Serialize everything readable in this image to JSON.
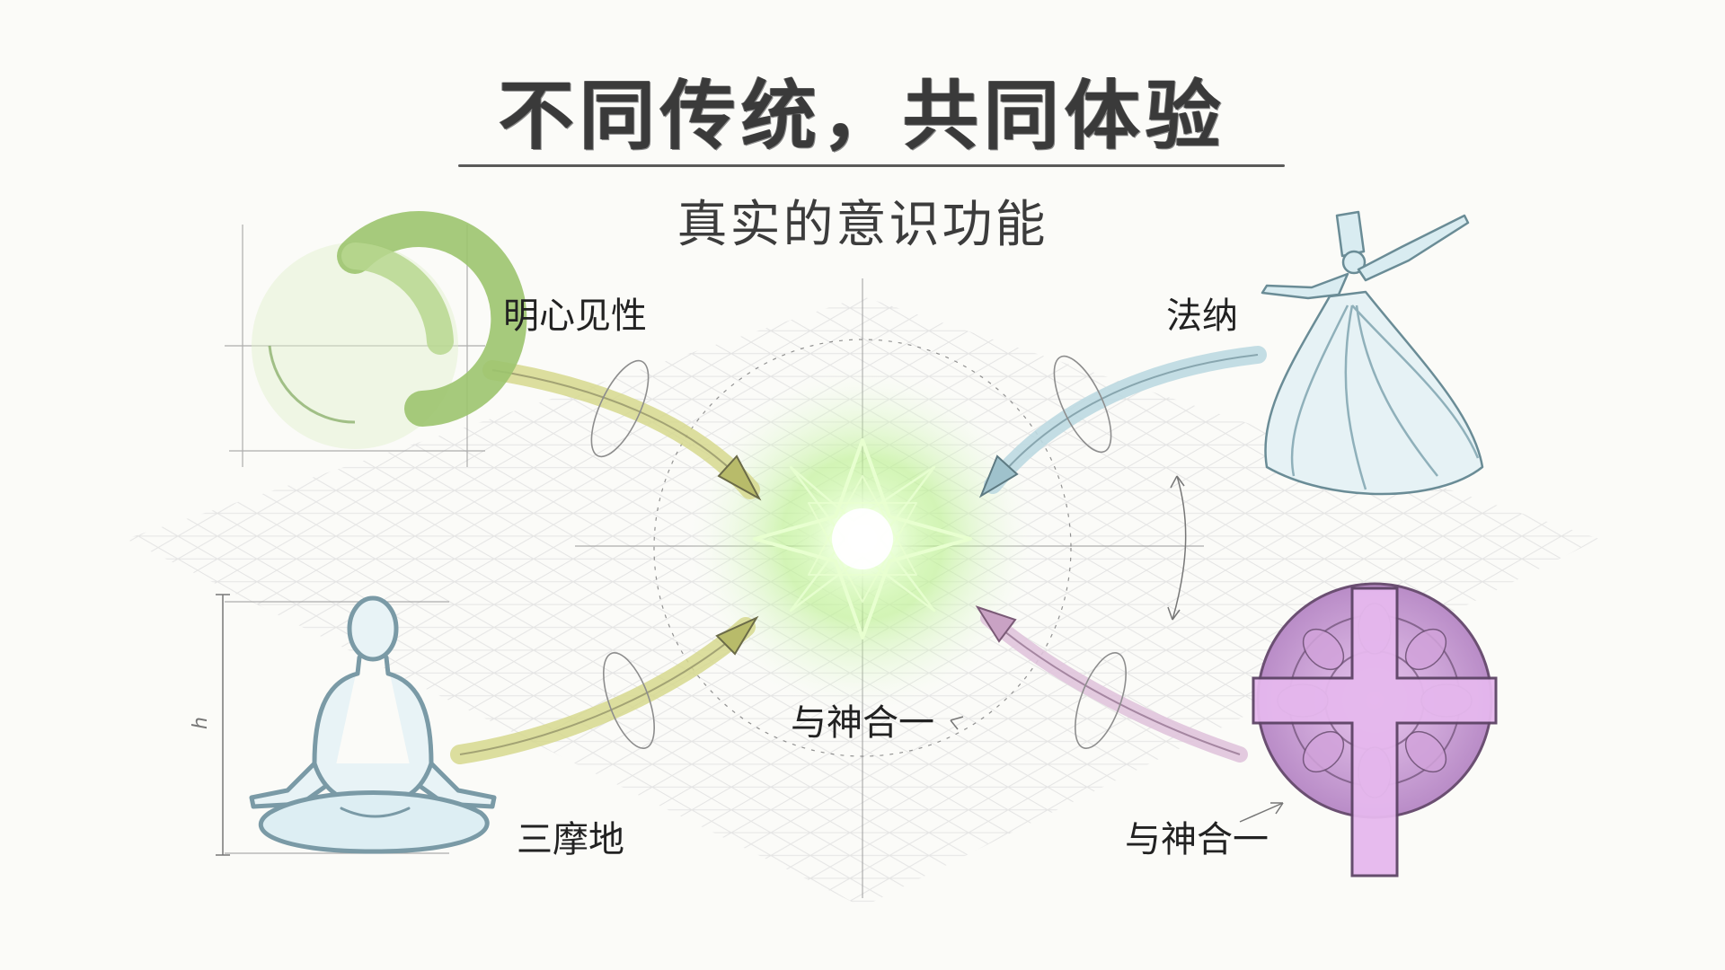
{
  "title": "不同传统，共同体验",
  "subtitle": "真实的意识功能",
  "center_label": "与神合一",
  "traditions": [
    {
      "id": "zen",
      "label": "明心见性",
      "icon": "enso-circle-icon",
      "color": "#9cc46e"
    },
    {
      "id": "sufi",
      "label": "法纳",
      "icon": "whirling-dervish-icon",
      "color": "#a9ccd8"
    },
    {
      "id": "yoga",
      "label": "三摩地",
      "icon": "meditating-figure-icon",
      "color": "#cfd88a"
    },
    {
      "id": "christian",
      "label": "与神合一",
      "icon": "cross-rose-window-icon",
      "color": "#d3a8dc"
    }
  ],
  "core": {
    "icon": "glowing-star-icon",
    "glow_color": "#b8f08a"
  },
  "measure_letter": "h"
}
